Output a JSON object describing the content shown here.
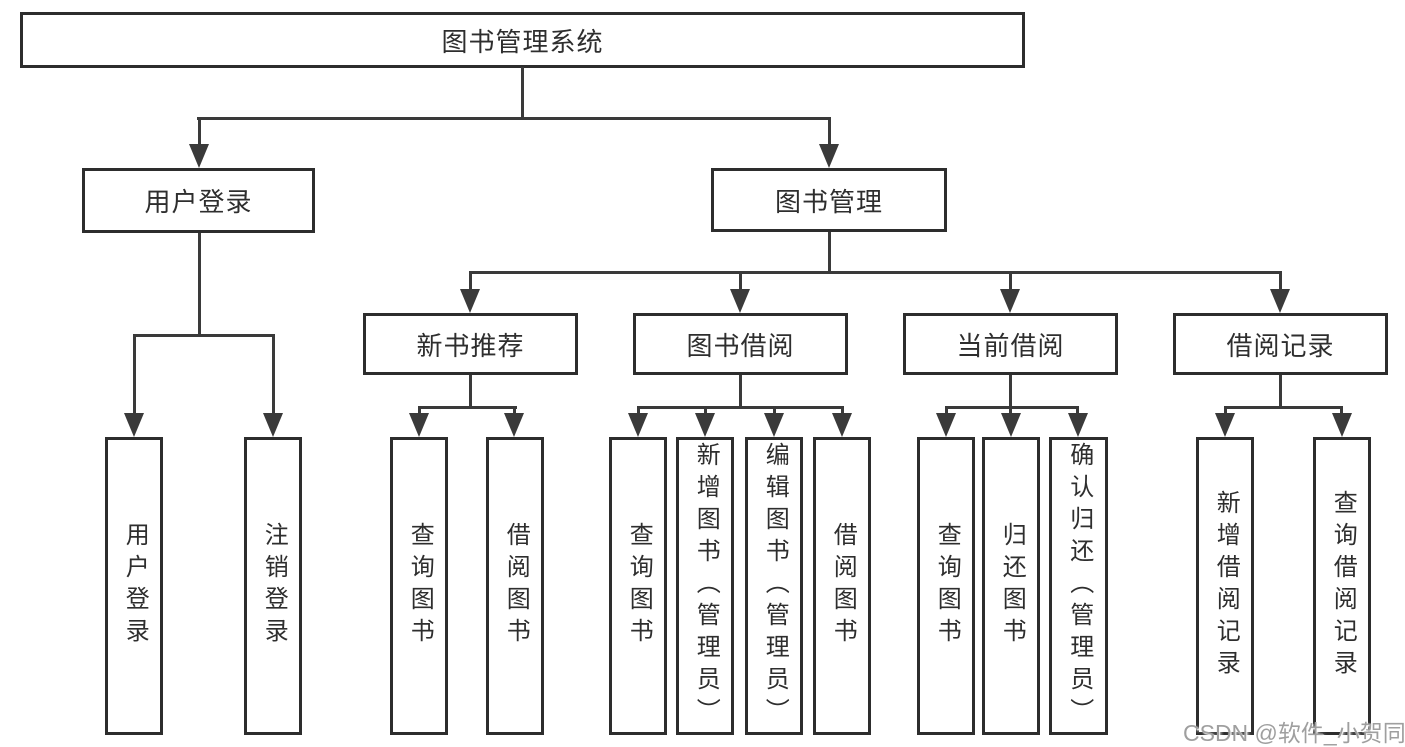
{
  "colors": {
    "background": "#ffffff",
    "box_fill": "#ffffff",
    "border": "#2d2d2d",
    "line": "#3a3a3a",
    "text": "#2e2e2e",
    "watermark": "#9f9f9f"
  },
  "diagram": {
    "root": {
      "label": "图书管理系统"
    },
    "level2": [
      {
        "id": "user-login",
        "label": "用户登录"
      },
      {
        "id": "book-management",
        "label": "图书管理"
      }
    ],
    "level3": [
      {
        "id": "new-book-recommend",
        "parent": "book-management",
        "label": "新书推荐"
      },
      {
        "id": "book-borrow",
        "parent": "book-management",
        "label": "图书借阅"
      },
      {
        "id": "current-borrow",
        "parent": "book-management",
        "label": "当前借阅"
      },
      {
        "id": "borrow-records",
        "parent": "book-management",
        "label": "借阅记录"
      }
    ],
    "leaves": [
      {
        "parent": "user-login",
        "label": "用户登录"
      },
      {
        "parent": "user-login",
        "label": "注销登录"
      },
      {
        "parent": "new-book-recommend",
        "label": "查询图书"
      },
      {
        "parent": "new-book-recommend",
        "label": "借阅图书"
      },
      {
        "parent": "book-borrow",
        "label": "查询图书"
      },
      {
        "parent": "book-borrow",
        "label": "新增图书（管理员）"
      },
      {
        "parent": "book-borrow",
        "label": "编辑图书（管理员）"
      },
      {
        "parent": "book-borrow",
        "label": "借阅图书"
      },
      {
        "parent": "current-borrow",
        "label": "查询图书"
      },
      {
        "parent": "current-borrow",
        "label": "归还图书"
      },
      {
        "parent": "current-borrow",
        "label": "确认归还（管理员）"
      },
      {
        "parent": "borrow-records",
        "label": "新增借阅记录"
      },
      {
        "parent": "borrow-records",
        "label": "查询借阅记录"
      }
    ]
  },
  "watermark": {
    "text": "CSDN @软件_小贺同学"
  }
}
